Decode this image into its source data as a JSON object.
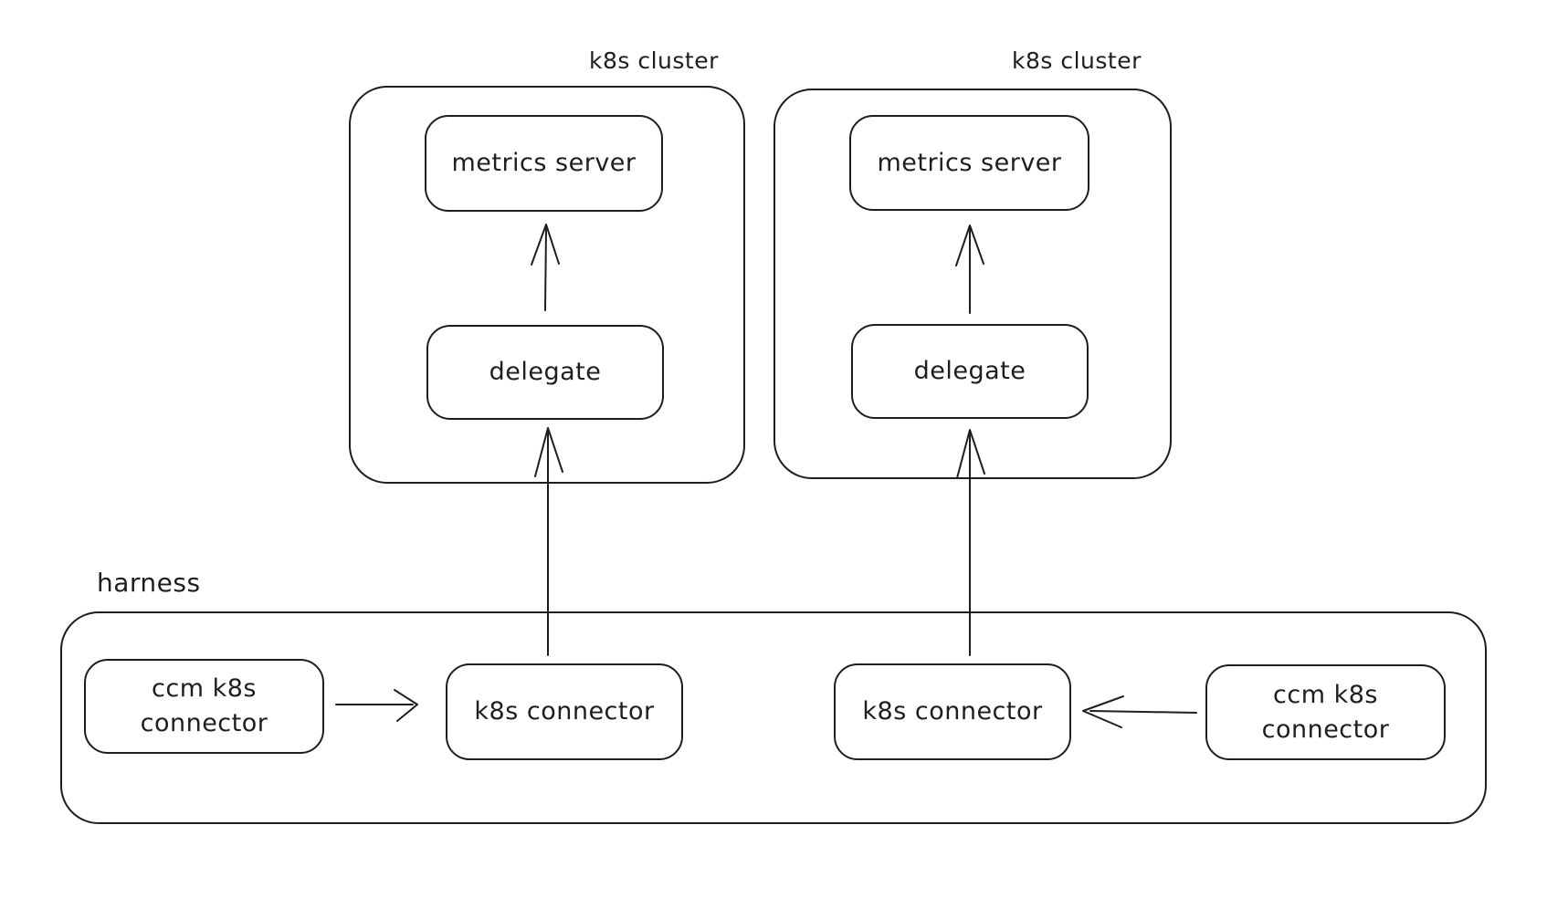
{
  "colors": {
    "background": "#ffffff",
    "stroke": "#1e1e1e",
    "text": "#1e1e1e"
  },
  "clusters": {
    "left": {
      "title": "k8s cluster",
      "metrics_server": "metrics server",
      "delegate": "delegate"
    },
    "right": {
      "title": "k8s cluster",
      "metrics_server": "metrics server",
      "delegate": "delegate"
    }
  },
  "harness": {
    "title": "harness",
    "ccm_connector_left": {
      "line1": "ccm k8s",
      "line2": "connector"
    },
    "k8s_connector_left": "k8s connector",
    "k8s_connector_right": "k8s connector",
    "ccm_connector_right": {
      "line1": "ccm k8s",
      "line2": "connector"
    }
  },
  "edges": [
    {
      "from": "delegate-left",
      "to": "metrics-server-left",
      "direction": "up"
    },
    {
      "from": "delegate-right",
      "to": "metrics-server-right",
      "direction": "up"
    },
    {
      "from": "k8s-connector-left",
      "to": "delegate-left",
      "direction": "up"
    },
    {
      "from": "k8s-connector-right",
      "to": "delegate-right",
      "direction": "up"
    },
    {
      "from": "ccm-k8s-connector-left",
      "to": "k8s-connector-left",
      "direction": "right"
    },
    {
      "from": "ccm-k8s-connector-right",
      "to": "k8s-connector-right",
      "direction": "left"
    }
  ]
}
